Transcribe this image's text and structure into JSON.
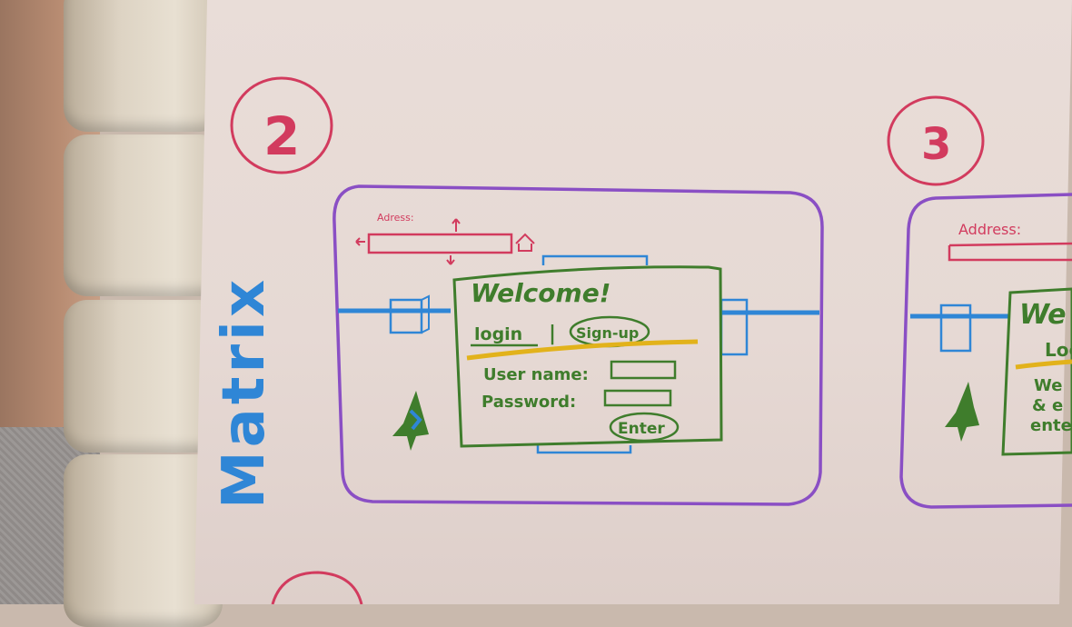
{
  "photo": {
    "side_label": "Matrix",
    "colors": {
      "purple": "#8a4fc4",
      "green": "#3f7d2c",
      "blue": "#2f86d6",
      "red": "#d23b5e",
      "yellow": "#e2b21b"
    }
  },
  "frame2": {
    "number": "2",
    "address_label": "Adress:",
    "welcome": "Welcome!",
    "login": "login",
    "divider": "|",
    "signup": "Sign-up",
    "username_label": "User name:",
    "password_label": "Password:",
    "enter": "Enter"
  },
  "frame3": {
    "number": "3",
    "address_label": "Address:",
    "welcome": "We",
    "login": "Log",
    "body_lines": [
      "We",
      "& e",
      "ente"
    ]
  }
}
